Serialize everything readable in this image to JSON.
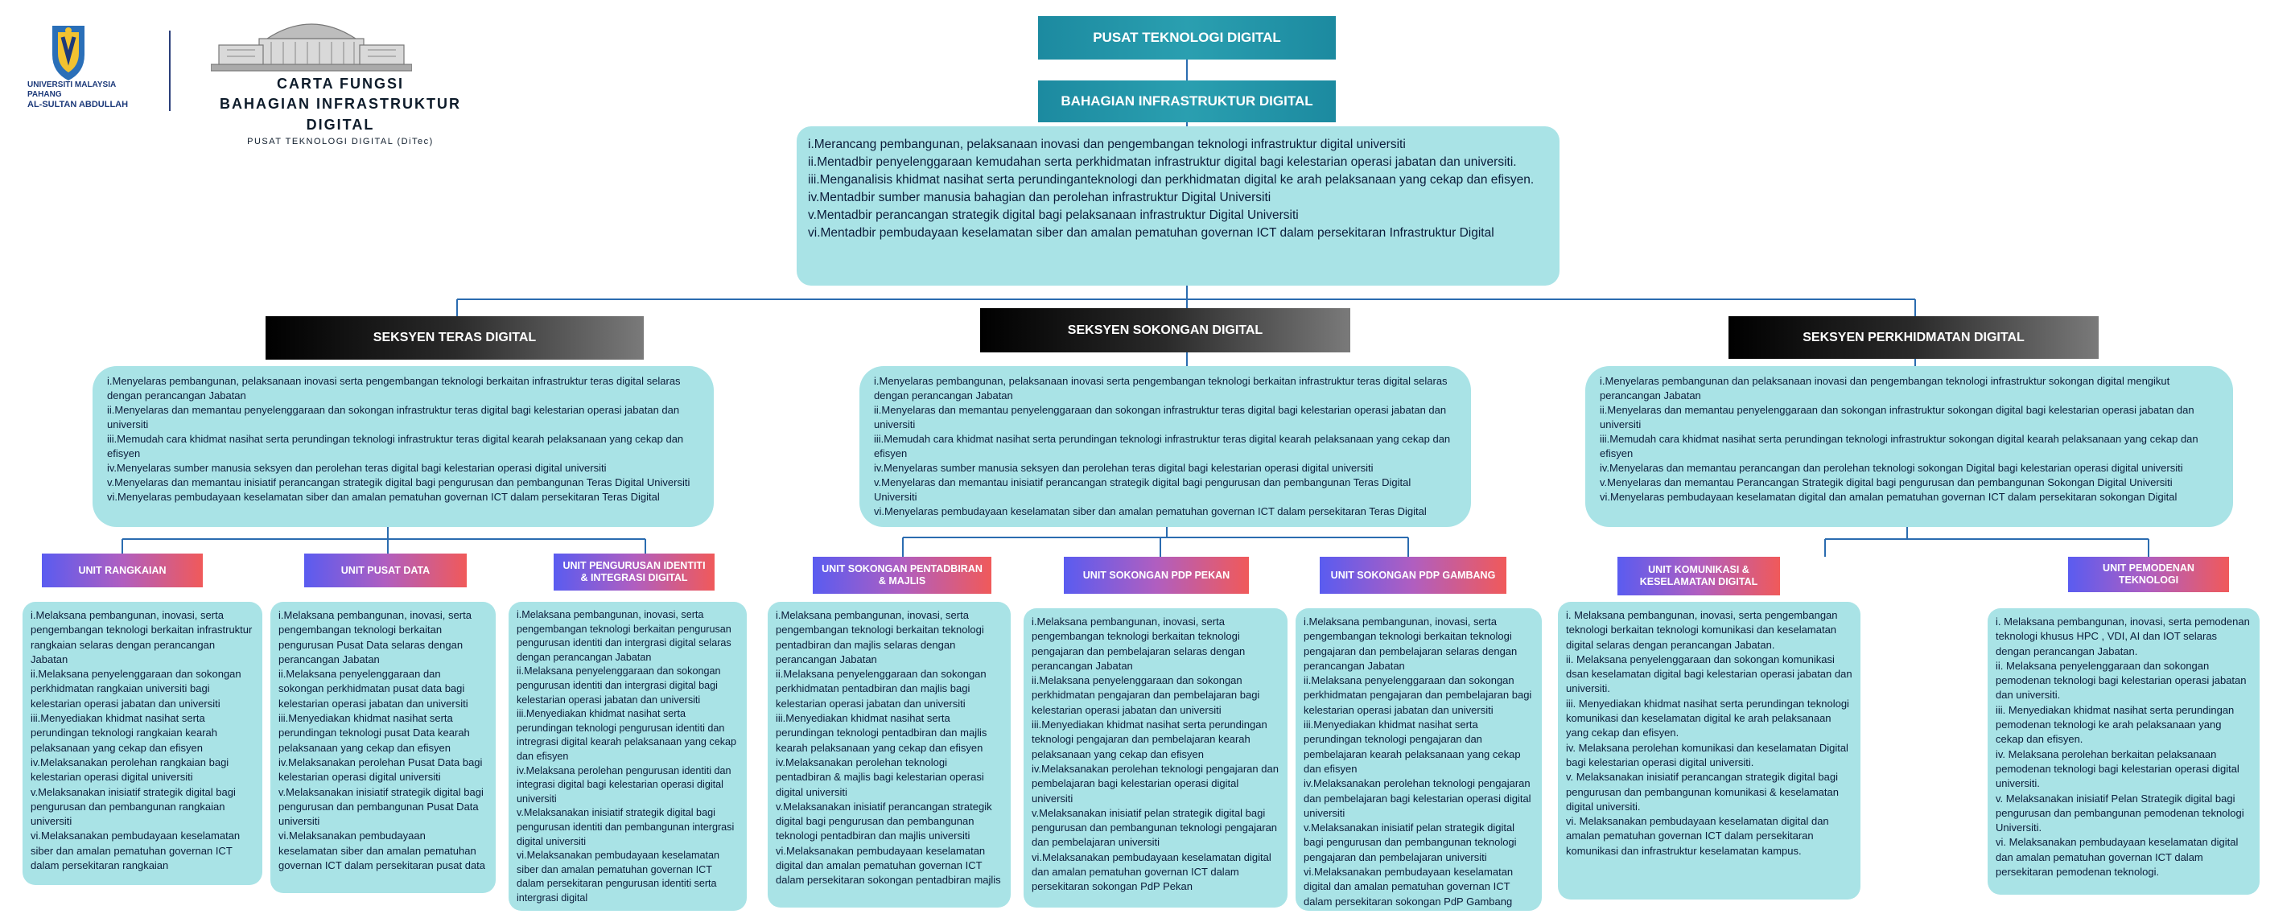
{
  "header": {
    "university": [
      "UNIVERSITI MALAYSIA PAHANG",
      "AL-SULTAN ABDULLAH"
    ],
    "title_line1": "CARTA FUNGSI",
    "title_line2": "BAHAGIAN INFRASTRUKTUR DIGITAL",
    "title_line3": "PUSAT TEKNOLOGI DIGITAL (DiTec)"
  },
  "top": {
    "pusat": "PUSAT TEKNOLOGI DIGITAL",
    "bahagian": "BAHAGIAN INFRASTRUKTUR DIGITAL",
    "duties": [
      "i.Merancang pembangunan, pelaksanaan inovasi dan pengembangan teknologi infrastruktur digital universiti",
      "ii.Mentadbir penyelenggaraan kemudahan serta perkhidmatan infrastruktur digital bagi kelestarian operasi jabatan dan universiti.",
      "iii.Menganalisis khidmat nasihat serta perundinganteknologi dan perkhidmatan digital ke arah pelaksanaan yang cekap dan efisyen.",
      "iv.Mentadbir sumber manusia bahagian dan perolehan infrastruktur Digital Universiti",
      "v.Mentadbir perancangan strategik digital bagi pelaksanaan infrastruktur Digital Universiti",
      "vi.Mentadbir pembudayaan keselamatan siber dan amalan pematuhan governan ICT dalam persekitaran Infrastruktur Digital"
    ]
  },
  "sections": [
    {
      "title": "SEKSYEN TERAS DIGITAL",
      "duties": [
        "i.Menyelaras pembangunan, pelaksanaan inovasi serta pengembangan teknologi berkaitan infrastruktur teras digital selaras dengan perancangan Jabatan",
        "ii.Menyelaras dan memantau penyelenggaraan dan sokongan infrastruktur teras digital bagi kelestarian operasi jabatan dan universiti",
        "iii.Memudah cara khidmat nasihat serta perundingan teknologi infrastruktur teras digital kearah pelaksanaan yang cekap dan efisyen",
        "iv.Menyelaras sumber manusia seksyen dan perolehan teras digital bagi kelestarian operasi digital universiti",
        "v.Menyelaras dan memantau inisiatif perancangan strategik digital bagi pengurusan dan pembangunan Teras Digital Universiti",
        "vi.Menyelaras pembudayaan keselamatan siber dan amalan pematuhan governan ICT dalam persekitaran Teras Digital"
      ]
    },
    {
      "title": "SEKSYEN SOKONGAN DIGITAL",
      "duties": [
        "i.Menyelaras pembangunan, pelaksanaan inovasi serta pengembangan teknologi berkaitan infrastruktur teras digital selaras dengan perancangan Jabatan",
        "ii.Menyelaras dan memantau penyelenggaraan dan sokongan infrastruktur teras digital bagi kelestarian operasi jabatan dan universiti",
        "iii.Memudah cara khidmat nasihat serta perundingan teknologi infrastruktur teras digital kearah pelaksanaan yang cekap dan efisyen",
        "iv.Menyelaras sumber manusia seksyen dan perolehan teras digital bagi kelestarian operasi digital universiti",
        "v.Menyelaras dan memantau inisiatif perancangan strategik digital bagi pengurusan dan pembangunan Teras Digital Universiti",
        "vi.Menyelaras pembudayaan keselamatan siber dan amalan pematuhan governan ICT dalam persekitaran Teras Digital"
      ]
    },
    {
      "title": "SEKSYEN PERKHIDMATAN DIGITAL",
      "duties": [
        "i.Menyelaras pembangunan dan pelaksanaan inovasi dan pengembangan teknologi infrastruktur sokongan digital mengikut perancangan Jabatan",
        "ii.Menyelaras dan memantau penyelenggaraan dan sokongan infrastruktur sokongan digital bagi kelestarian operasi jabatan dan universiti",
        "iii.Memudah cara khidmat nasihat serta perundingan teknologi infrastruktur sokongan digital kearah pelaksanaan yang cekap dan efisyen",
        "iv.Menyelaras dan memantau perancangan dan perolehan teknologi sokongan Digital bagi kelestarian operasi digital universiti",
        "v.Menyelaras dan memantau Perancangan Strategik digital bagi pengurusan dan pembangunan Sokongan Digital Universiti",
        "vi.Menyelaras pembudayaan keselamatan digital dan amalan pematuhan governan ICT dalam persekitaran sokongan Digital"
      ]
    }
  ],
  "units": [
    {
      "title": "UNIT RANGKAIAN",
      "duties": [
        "i.Melaksana pembangunan, inovasi, serta pengembangan teknologi berkaitan infrastruktur rangkaian selaras dengan perancangan Jabatan",
        "ii.Melaksana penyelenggaraan dan sokongan perkhidmatan rangkaian universiti bagi kelestarian operasi jabatan dan universiti",
        "iii.Menyediakan khidmat nasihat serta perundingan teknologi rangkaian kearah pelaksanaan yang cekap dan efisyen",
        "iv.Melaksanakan perolehan rangkaian bagi kelestarian operasi digital universiti",
        "v.Melaksanakan inisiatif strategik digital bagi pengurusan dan pembangunan rangkaian universiti",
        "vi.Melaksanakan pembudayaan keselamatan siber dan amalan pematuhan governan ICT dalam persekitaran rangkaian"
      ]
    },
    {
      "title": "UNIT PUSAT DATA",
      "duties": [
        "i.Melaksana pembangunan, inovasi, serta pengembangan teknologi berkaitan pengurusan Pusat Data selaras dengan perancangan Jabatan",
        "ii.Melaksana penyelenggaraan dan sokongan perkhidmatan pusat data bagi kelestarian operasi jabatan dan universiti",
        "iii.Menyediakan khidmat nasihat serta perundingan teknologi pusat Data kearah pelaksanaan yang cekap dan efisyen",
        "iv.Melaksanakan perolehan Pusat Data bagi kelestarian operasi digital universiti",
        "v.Melaksanakan inisiatif strategik digital bagi pengurusan dan pembangunan Pusat Data universiti",
        "vi.Melaksanakan pembudayaan keselamatan siber dan amalan pematuhan governan ICT dalam persekitaran pusat data"
      ]
    },
    {
      "title": "UNIT PENGURUSAN IDENTITI & INTEGRASI DIGITAL",
      "duties": [
        "i.Melaksana pembangunan, inovasi, serta pengembangan teknologi berkaitan pengurusan pengurusan identiti dan intergrasi digital  selaras dengan perancangan Jabatan",
        "ii.Melaksana penyelenggaraan dan sokongan pengurusan identiti dan intergrasi digital bagi kelestarian operasi jabatan dan universiti",
        "iii.Menyediakan khidmat nasihat serta perundingan teknologi pengurusan identiti dan intregrasi digital kearah pelaksanaan yang cekap dan efisyen",
        "iv.Melaksana perolehan pengurusan identiti dan integrasi digital bagi kelestarian operasi digital universiti",
        "v.Melaksanakan inisiatif strategik digital bagi pengurusan identiti dan pembangunan intergrasi digital universiti",
        "vi.Melaksanakan pembudayaan keselamatan siber dan amalan pematuhan governan ICT dalam persekitaran pengurusan identiti serta intergrasi digital"
      ]
    },
    {
      "title": "UNIT SOKONGAN PENTADBIRAN & MAJLIS",
      "duties": [
        "i.Melaksana pembangunan, inovasi, serta pengembangan teknologi berkaitan teknologi pentadbiran dan majlis selaras dengan perancangan Jabatan",
        "ii.Melaksana penyelenggaraan dan sokongan perkhidmatan pentadbiran dan majlis bagi kelestarian operasi jabatan dan universiti",
        "iii.Menyediakan khidmat nasihat serta perundingan teknologi pentadbiran dan majlis kearah pelaksanaan yang cekap dan efisyen",
        "iv.Melaksanakan perolehan teknologi pentadbiran & majlis bagi kelestarian operasi digital universiti",
        "v.Melaksanakan inisiatif perancangan strategik digital bagi pengurusan dan pembangunan teknologi pentadbiran dan majlis universiti",
        "vi.Melaksanakan pembudayaan keselamatan digital dan amalan pematuhan governan ICT dalam persekitaran sokongan pentadbiran majlis"
      ]
    },
    {
      "title": "UNIT SOKONGAN PDP PEKAN",
      "duties": [
        "i.Melaksana pembangunan, inovasi, serta pengembangan teknologi berkaitan teknologi pengajaran dan pembelajaran selaras dengan perancangan Jabatan",
        "ii.Melaksana penyelenggaraan dan sokongan perkhidmatan pengajaran dan pembelajaran bagi kelestarian operasi jabatan dan universiti",
        "iii.Menyediakan khidmat nasihat serta perundingan teknologi pengajaran dan pembelajaran kearah pelaksanaan yang cekap dan efisyen",
        "iv.Melaksanakan perolehan teknologi pengajaran dan pembelajaran bagi kelestarian operasi digital universiti",
        "v.Melaksanakan inisiatif pelan strategik digital bagi pengurusan dan pembangunan teknologi pengajaran dan pembelajaran universiti",
        "vi.Melaksanakan pembudayaan keselamatan digital dan amalan pematuhan governan ICT dalam persekitaran sokongan PdP Pekan"
      ]
    },
    {
      "title": "UNIT SOKONGAN PDP GAMBANG",
      "duties": [
        "i.Melaksana pembangunan, inovasi, serta pengembangan teknologi berkaitan teknologi pengajaran dan pembelajaran selaras dengan perancangan Jabatan",
        "ii.Melaksana penyelenggaraan dan sokongan perkhidmatan pengajaran dan pembelajaran bagi kelestarian operasi jabatan dan universiti",
        "iii.Menyediakan khidmat nasihat serta perundingan teknologi pengajaran dan pembelajaran kearah pelaksanaan yang cekap dan efisyen",
        "iv.Melaksanakan perolehan teknologi pengajaran dan pembelajaran bagi kelestarian operasi digital universiti",
        "v.Melaksanakan inisiatif pelan strategik digital bagi pengurusan dan pembangunan teknologi pengajaran dan pembelajaran universiti",
        "vi.Melaksanakan pembudayaan keselamatan digital dan amalan pematuhan governan ICT dalam persekitaran sokongan PdP Gambang"
      ]
    },
    {
      "title": "UNIT KOMUNIKASI & KESELAMATAN DIGITAL",
      "duties": [
        "i. Melaksana pembangunan, inovasi, serta pengembangan teknologi berkaitan teknologi komunikasi dan keselamatan digital selaras dengan perancangan Jabatan.",
        "ii. Melaksana penyelenggaraan dan sokongan komunikasi dsan keselamatan digital  bagi kelestarian  operasi jabatan dan universiti.",
        "iii. Menyediakan khidmat nasihat  serta perundingan teknologi komunikasi  dan keselamatan digital ke arah pelaksanaan yang cekap dan efisyen.",
        "iv. Melaksana perolehan komunikasi dan keselamatan Digital bagi kelestarian operasi digital universiti.",
        "v. Melaksanakan inisiatif perancangan strategik digital bagi pengurusan dan pembangunan komunikasi & keselamatan digital universiti.",
        "vi. Melaksanakan pembudayaan  keselamatan  digital dan amalan pematuhan governan ICT dalam persekitaran komunikasi dan infrastruktur keselamatan kampus."
      ]
    },
    {
      "title": "UNIT PEMODENAN TEKNOLOGI",
      "duties": [
        "i. Melaksana pembangunan, inovasi, serta pemodenan teknologi  khusus HPC , VDI, AI dan IOT selaras dengan perancangan Jabatan.",
        "ii. Melaksana penyelenggaraan dan sokongan pemodenan teknologi   bagi kelestarian  operasi jabatan dan universiti.",
        "iii. Menyediakan khidmat nasihat  serta perundingan  pemodenan teknologi ke arah pelaksanaan yang cekap dan efisyen.",
        "iv. Melaksana perolehan  berkaitan pelaksanaan pemodenan teknologi  bagi kelestarian operasi digital universiti.",
        "v. Melaksanakan inisiatif Pelan Strategik digital bagi pengurusan dan pembangunan pemodenan teknologi Universiti.",
        "vi. Melaksanakan pembudayaan  keselamatan  digital dan amalan pematuhan governan ICT dalam persekitaran pemodenan teknologi."
      ]
    }
  ]
}
